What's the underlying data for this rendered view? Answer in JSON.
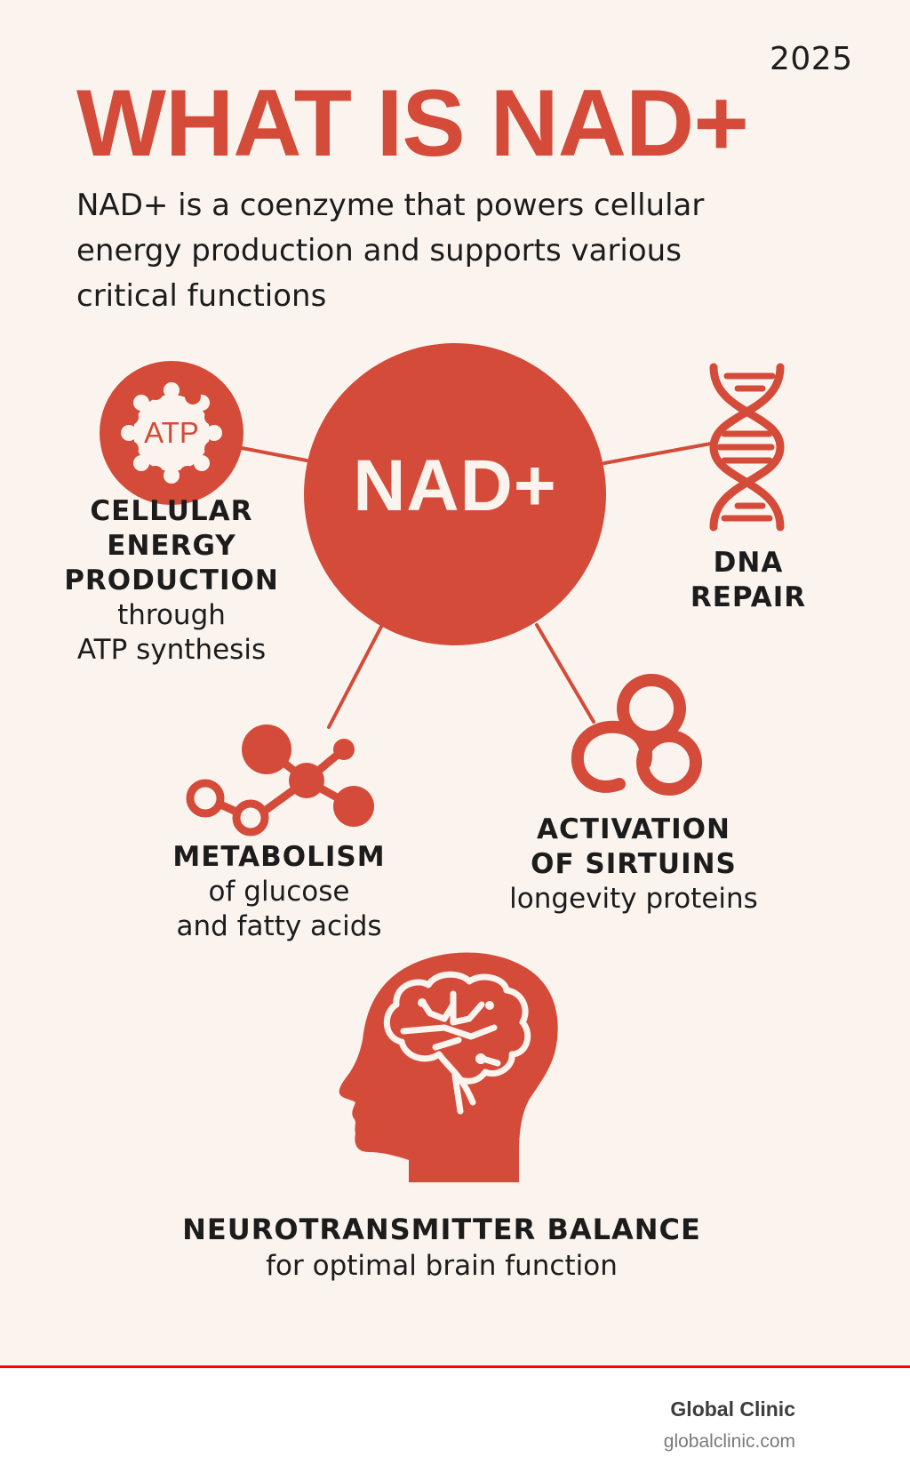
{
  "header": {
    "year": "2025",
    "title": "WHAT IS NAD+",
    "intro": "NAD+ is a coenzyme that powers cellular energy production and supports various critical functions"
  },
  "center": {
    "label": "NAD+"
  },
  "nodes": [
    {
      "id": "cellular-energy",
      "icon": "atp-gear-icon",
      "icon_text": "ATP",
      "heading_lines": [
        "CELLULAR",
        "ENERGY",
        "PRODUCTION"
      ],
      "sub_lines": [
        "through",
        "ATP synthesis"
      ]
    },
    {
      "id": "dna-repair",
      "icon": "dna-helix-icon",
      "heading_lines": [
        "DNA",
        "REPAIR"
      ],
      "sub_lines": []
    },
    {
      "id": "metabolism",
      "icon": "molecule-icon",
      "heading_lines": [
        "METABOLISM"
      ],
      "sub_lines": [
        "of glucose",
        "and fatty acids"
      ]
    },
    {
      "id": "sirtuins",
      "icon": "sirtuin-protein-icon",
      "heading_lines": [
        "ACTIVATION",
        "OF SIRTUINS"
      ],
      "sub_lines": [
        "longevity proteins"
      ]
    },
    {
      "id": "neurotransmitter",
      "icon": "head-brain-icon",
      "heading_lines": [
        "NEUROTRANSMITTER BALANCE"
      ],
      "sub_lines": [
        "for optimal brain function"
      ]
    }
  ],
  "footer": {
    "brand": "Global Clinic",
    "website": "globalclinic.com"
  },
  "colors": {
    "accent": "#d44b3a",
    "background": "#fbf4ee",
    "divider": "#ff0000",
    "text": "#1c1c1c",
    "footer_bg": "#ffffff"
  }
}
